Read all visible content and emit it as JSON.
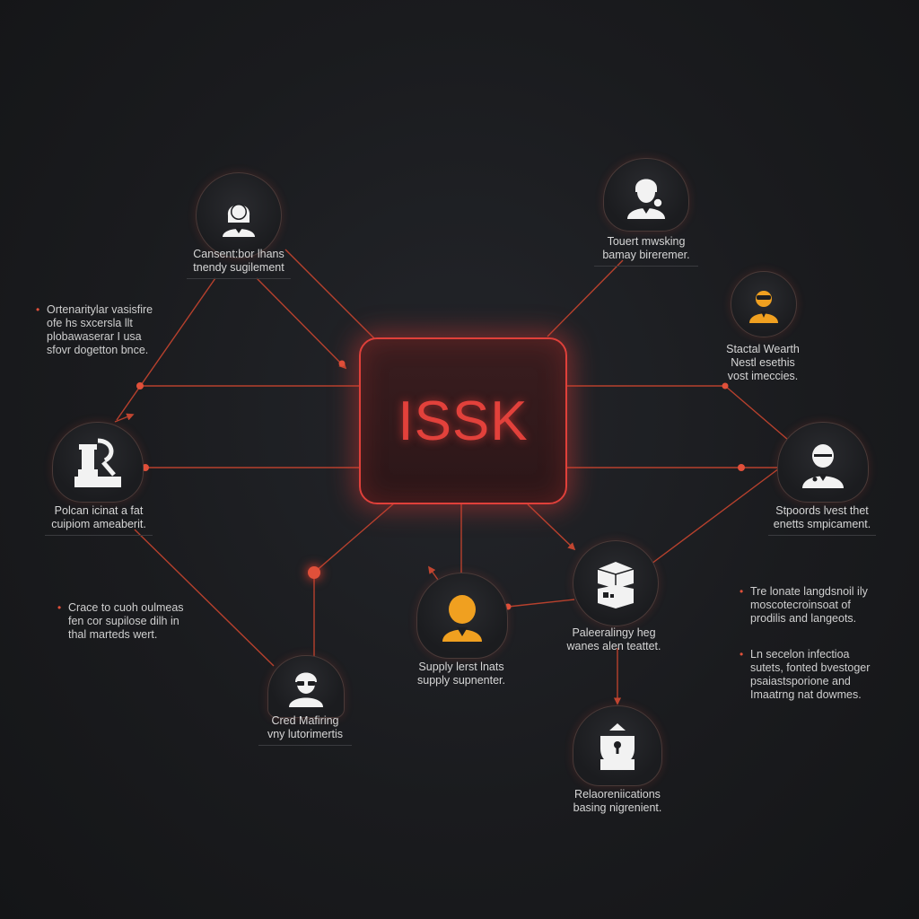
{
  "hub": {
    "label": "ISSK"
  },
  "colors": {
    "accent": "#e2413b",
    "gold": "#f0a020",
    "line": "#c8452f"
  },
  "nodes": [
    {
      "id": "top-left",
      "icon": "woman-avatar-icon",
      "caption": [
        "Cansent:bor lhans",
        "tnendy sugilement"
      ]
    },
    {
      "id": "top-right",
      "icon": "man-headset-icon",
      "caption": [
        "Touert mwsking",
        "bamay bireremer."
      ]
    },
    {
      "id": "right-gold",
      "icon": "gold-agent-icon",
      "caption": [
        "Stactal Wearth",
        "Nestl esethis",
        "vost imeccies."
      ]
    },
    {
      "id": "left",
      "icon": "machine-tool-icon",
      "caption": [
        "Polcan icinat a fat",
        "cuipiom ameaberit."
      ]
    },
    {
      "id": "right",
      "icon": "bald-man-icon",
      "caption": [
        "Stpoords lvest thet",
        "enetts smpicament."
      ]
    },
    {
      "id": "bottom-center",
      "icon": "gold-person-icon",
      "caption": [
        "Supply lerst lnats",
        "supply supnenter."
      ]
    },
    {
      "id": "bottom-right",
      "icon": "boxes-icon",
      "caption": [
        "Paleeralingy heg",
        "wanes alen teattet."
      ]
    },
    {
      "id": "bottom-left",
      "icon": "glasses-person-icon",
      "caption": [
        "Cred Mafiring",
        "vny lutorimertis"
      ]
    },
    {
      "id": "bottom",
      "icon": "lock-box-icon",
      "caption": [
        "Relaoreniications",
        "basing nigrenient."
      ]
    }
  ],
  "notes": [
    {
      "id": "left-top",
      "lines": [
        "Ortenaritylar vasisfire",
        "ofe hs sxcersla llt",
        "plobawaserar I usa",
        "sfovr dogetton bnce."
      ]
    },
    {
      "id": "left-bottom",
      "lines": [
        "Crace to cuoh oulmeas",
        "fen cor supilose dilh in",
        "thal marteds wert."
      ]
    },
    {
      "id": "right-top",
      "lines": [
        "Tre lonate langdsnoil ily",
        "moscotecroinsoat of",
        "prodilis and langeots."
      ]
    },
    {
      "id": "right-bottom",
      "lines": [
        "Ln secelon infectioa",
        "sutets, fonted bvestoger",
        "psaiastsporione and",
        "Imaatrng nat dowmes."
      ]
    }
  ]
}
